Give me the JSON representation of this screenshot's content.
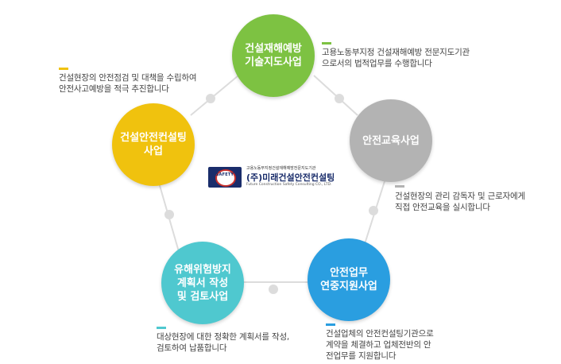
{
  "logo": {
    "badge_text": "SAFETY",
    "subtitle": "고용노동부지정건설재해예방전문지도기관",
    "name": "(주)미래건설안전컨설팅",
    "english": "Future Construction Safety Consulting CO., LTD."
  },
  "nodes": {
    "top": {
      "label": "건설재해예방\n기술지도사업",
      "color": "#7dc242"
    },
    "right": {
      "label": "안전교육사업",
      "color": "#b3b3b3"
    },
    "bottom_right": {
      "label": "안전업무\n연중지원사업",
      "color": "#2a9ee0"
    },
    "bottom_left": {
      "label": "유해위험방지\n계획서 작성\n및 검토사업",
      "color": "#4fc8cf"
    },
    "left": {
      "label": "건설안전컨설팅\n사업",
      "color": "#f0c20e"
    }
  },
  "descriptions": {
    "top": {
      "text": "고용노동부지정 건설재해예방 전문지도기관\n으로서의 법적업무를 수행합니다",
      "color": "#7dc242"
    },
    "right": {
      "text": "건설현장의 관리 감독자 및 근로자에게\n직접 안전교육을 실시합니다",
      "color": "#b3b3b3"
    },
    "bottom_right": {
      "text": "건설업체의 안전컨설팅기관으로\n계약을 체결하고 업체전반의 안\n전업무를 지원합니다",
      "color": "#2a9ee0"
    },
    "bottom_left": {
      "text": "대상현장에 대한 정확한 계획서를 작성,\n검토하여 납품합니다",
      "color": "#4fc8cf"
    },
    "left": {
      "text": "건설현장의 안전점검 및 대책을 수립하여\n안전사고예방을 적극 추진합니다",
      "color": "#f0c20e"
    }
  }
}
